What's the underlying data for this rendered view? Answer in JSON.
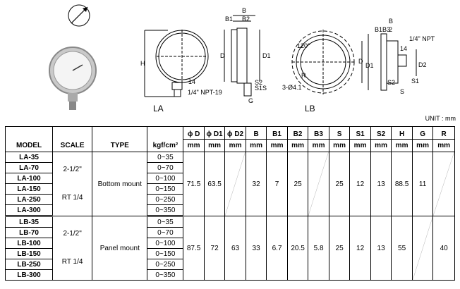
{
  "diagrams": {
    "label_la": "LA",
    "label_lb": "LB",
    "la_dims": [
      "B",
      "B1",
      "B2",
      "D",
      "D1",
      "H",
      "14",
      "1/4\" NPT-19",
      "S1",
      "S2",
      "S",
      "G"
    ],
    "lb_dims": [
      "B",
      "B1",
      "B3",
      "B2",
      "1/4\" NPT",
      "120°",
      "D",
      "D1",
      "D2",
      "14",
      "R",
      "3-Ø4.1",
      "S2",
      "S1",
      "S"
    ]
  },
  "unit": "UNIT : mm",
  "table": {
    "headers": {
      "model": "MODEL",
      "scale": "SCALE",
      "type": "TYPE",
      "kgf": "kgf/cm²",
      "cols": [
        "ϕ D",
        "ϕ D1",
        "ϕ D2",
        "B",
        "B1",
        "B2",
        "B3",
        "S",
        "S1",
        "S2",
        "H",
        "G",
        "R"
      ],
      "unit": "mm"
    },
    "groups": [
      {
        "models": [
          "LA-35",
          "LA-70",
          "LA-100",
          "LA-150",
          "LA-250",
          "LA-300"
        ],
        "ranges": [
          "0~35",
          "0~70",
          "0~100",
          "0~150",
          "0~250",
          "0~350"
        ],
        "scale1": "2-1/2\"",
        "scale2": "RT 1/4",
        "type": "Bottom mount",
        "values": {
          "D": "71.5",
          "D1": "63.5",
          "D2": "",
          "B": "32",
          "B1": "7",
          "B2": "25",
          "B3": "",
          "S": "25",
          "S1": "12",
          "S2": "13",
          "H": "88.5",
          "G": "11",
          "R": ""
        }
      },
      {
        "models": [
          "LB-35",
          "LB-70",
          "LB-100",
          "LB-150",
          "LB-250",
          "LB-300"
        ],
        "ranges": [
          "0~35",
          "0~70",
          "0~100",
          "0~150",
          "0~250",
          "0~350"
        ],
        "scale1": "2-1/2\"",
        "scale2": "RT 1/4",
        "type": "Panel mount",
        "values": {
          "D": "87.5",
          "D1": "72",
          "D2": "63",
          "B": "33",
          "B1": "6.7",
          "B2": "20.5",
          "B3": "5.8",
          "S": "25",
          "S1": "12",
          "S2": "13",
          "H": "55",
          "G": "",
          "R": "40"
        }
      }
    ]
  }
}
